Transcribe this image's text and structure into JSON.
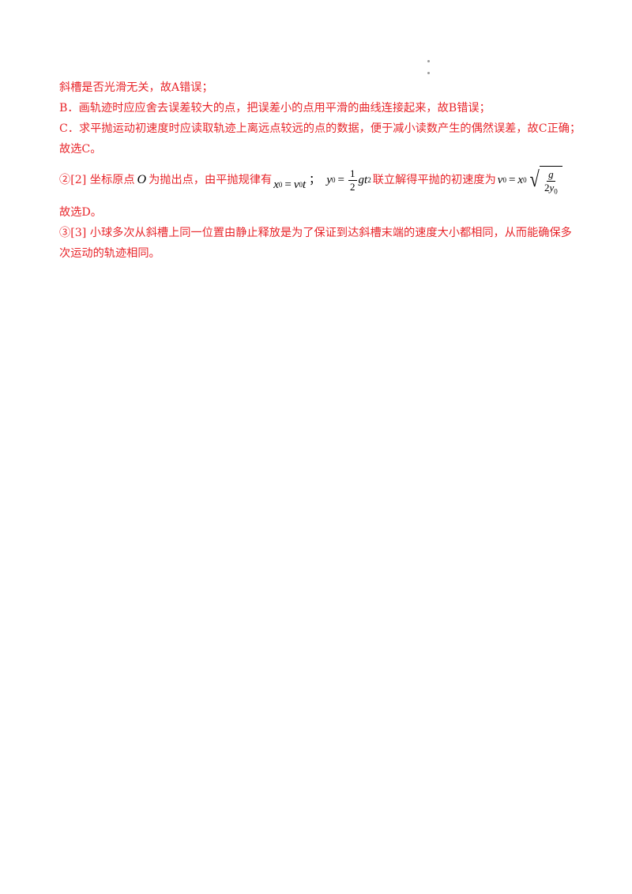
{
  "lines": {
    "l1": "斜槽是否光滑无关，故A错误；",
    "l2": "B．画轨迹时应应舍去误差较大的点，把误差小的点用平滑的曲线连接起来，故B错误；",
    "l3": "C．求平抛运动初速度时应读取轨迹上离远点较远的点的数据，便于减小读数产生的偶然误差，故C正确；",
    "l4": "故选C。",
    "l5_part1": "②[2] 坐标原点",
    "l5_O": "O",
    "l5_part2": "为抛出点，由平抛规律有",
    "l5_part3": "联立解得平抛的初速度为",
    "l6": "故选D。",
    "l7": "③[3] 小球多次从斜槽上同一位置由静止释放是为了保证到达斜槽末端的速度大小都相同，从而能确保多次运动的轨迹相同。"
  },
  "formulas": {
    "f1_lhs": "x",
    "f1_lhs_sub": "0",
    "f1_eq": " = ",
    "f1_rhs": "v",
    "f1_rhs_sub": "0",
    "f1_t": "t",
    "sep": "；",
    "f2_lhs": "y",
    "f2_lhs_sub": "0",
    "f2_eq": " = ",
    "f2_num": "1",
    "f2_den": "2",
    "f2_g": "g",
    "f2_t": "t",
    "f2_sup": "2",
    "f3_lhs": "v",
    "f3_lhs_sub": "0",
    "f3_eq": " = ",
    "f3_x": "x",
    "f3_x_sub": "0",
    "f3_num": "g",
    "f3_den_2": "2",
    "f3_den_y": "y",
    "f3_den_sub": "0"
  }
}
